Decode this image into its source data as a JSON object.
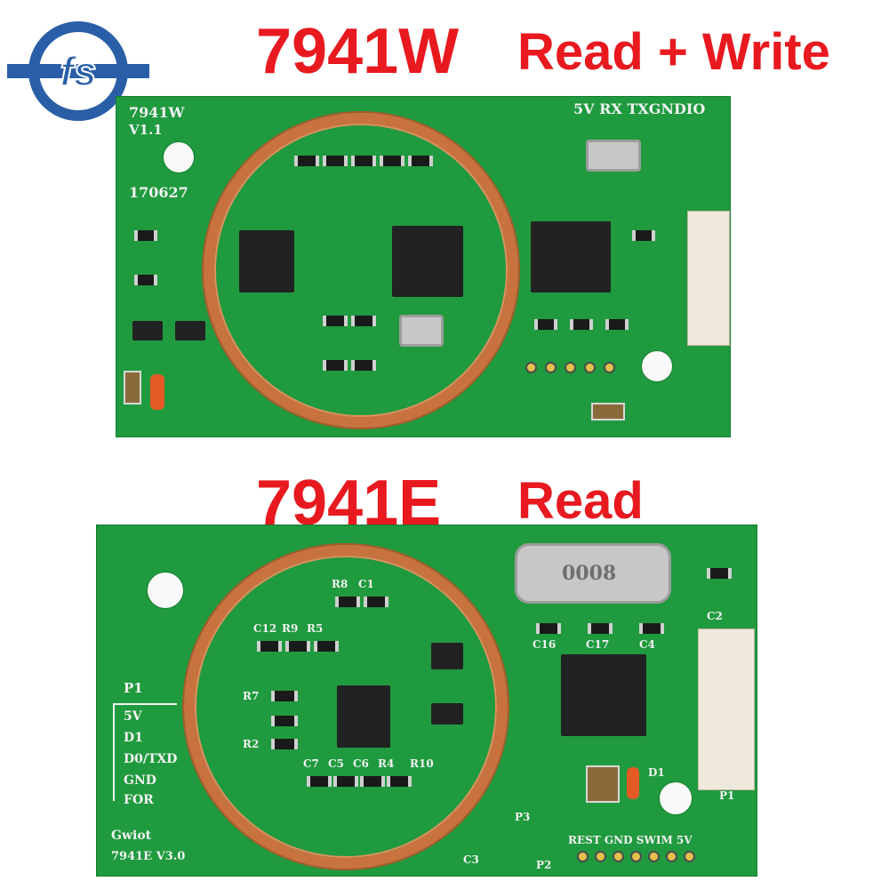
{
  "logo": {
    "text": "fs",
    "colors": {
      "circle": "#2a5fa8",
      "accent": "#e8191f"
    }
  },
  "top_heading": {
    "model": "7941W",
    "function": "Read + Write"
  },
  "bottom_heading": {
    "model": "7941E",
    "function": "Read"
  },
  "board_top": {
    "silk_model": "7941W",
    "silk_version": "V1.1",
    "silk_date": "170627",
    "header_pins": "5V RX TXGNDIO"
  },
  "board_bottom": {
    "p1_label": "P1",
    "pins": [
      "5V",
      "D1",
      "D0/TXD",
      "GND",
      "FOR"
    ],
    "brand": "Gwiot",
    "silk_model_version": "7941E  V3.0",
    "prog_header": "REST GND SWIM 5V",
    "crystal_mark": "0008",
    "refs": [
      "R8",
      "C1",
      "C12",
      "R9",
      "R5",
      "R7",
      "R2",
      "C7",
      "C5",
      "C6",
      "R4",
      "R10",
      "C16",
      "C17",
      "C4",
      "C2",
      "D1",
      "P1",
      "P2",
      "P3",
      "C3"
    ]
  },
  "colors": {
    "pcb": "#1f9a3e",
    "heading": "#e8191f",
    "coil": "#c8733f"
  }
}
